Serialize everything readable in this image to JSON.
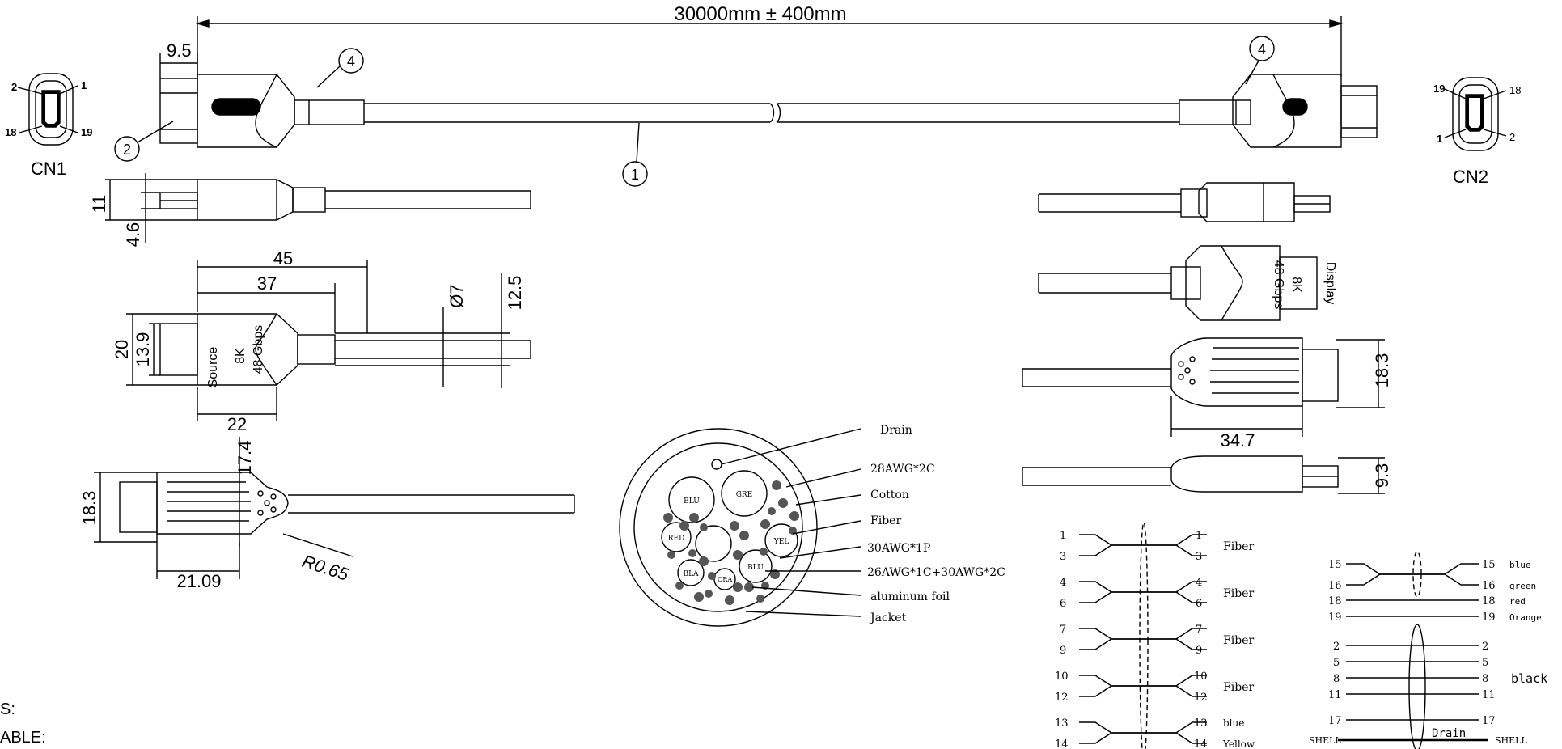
{
  "header": {
    "length": "30000mm ± 400mm"
  },
  "connectors": {
    "cn1": {
      "label": "CN1",
      "pins": [
        "2",
        "1",
        "18",
        "19"
      ]
    },
    "cn2": {
      "label": "CN2",
      "pins": [
        "19",
        "18",
        "1",
        "2"
      ]
    }
  },
  "callouts": {
    "c1": "1",
    "c2": "2",
    "c4a": "4",
    "c4b": "4"
  },
  "dims": {
    "d9_5": "9.5",
    "d11": "11",
    "d4_6": "4.6",
    "d45": "45",
    "d37": "37",
    "d22": "22",
    "d20": "20",
    "d13_9": "13.9",
    "d7": "Ø7",
    "d12_5": "12.5",
    "d17_4": "17.4",
    "d18_3a": "18.3",
    "d21_09": "21.09",
    "r0_65": "R0.65",
    "d18_3b": "18.3",
    "d34_7": "34.7",
    "d9_3": "9.3"
  },
  "source_label": [
    "Source",
    "8K",
    "48 Gbps"
  ],
  "display_label": [
    "Display",
    "8K",
    "48 Gbps"
  ],
  "cross_section": {
    "labels": [
      "Drain",
      "28AWG*2C",
      "Cotton",
      "Fiber",
      "30AWG*1P",
      "26AWG*1C+30AWG*2C",
      "aluminum foil",
      "Jacket"
    ],
    "cores": [
      "BLU",
      "GRE",
      "RED",
      "YEL",
      "BLU",
      "BLA",
      "ORA"
    ]
  },
  "wiring_left": [
    {
      "a": "1",
      "b": "3",
      "ra": "1",
      "rb": "3",
      "note": "Fiber"
    },
    {
      "a": "4",
      "b": "6",
      "ra": "4",
      "rb": "6",
      "note": "Fiber"
    },
    {
      "a": "7",
      "b": "9",
      "ra": "7",
      "rb": "9",
      "note": "Fiber"
    },
    {
      "a": "10",
      "b": "12",
      "ra": "10",
      "rb": "12",
      "note": "Fiber"
    },
    {
      "a": "13",
      "b": "14",
      "ra": "13",
      "rb": "14",
      "note1": "blue",
      "note2": "Yellow"
    }
  ],
  "wiring_right": {
    "pair": {
      "a": "15",
      "b": "16",
      "ra": "15",
      "rb": "16",
      "na": "blue",
      "nb": "green"
    },
    "straight": [
      {
        "l": "18",
        "r": "18",
        "note": "red"
      },
      {
        "l": "19",
        "r": "19",
        "note": "Orange"
      }
    ],
    "black_group": [
      "2",
      "5",
      "8",
      "11",
      "17"
    ],
    "black_label": "black",
    "shell": "SHELL",
    "drain": "Drain"
  },
  "notes": {
    "n1": "S:",
    "n2": "ABLE:"
  }
}
